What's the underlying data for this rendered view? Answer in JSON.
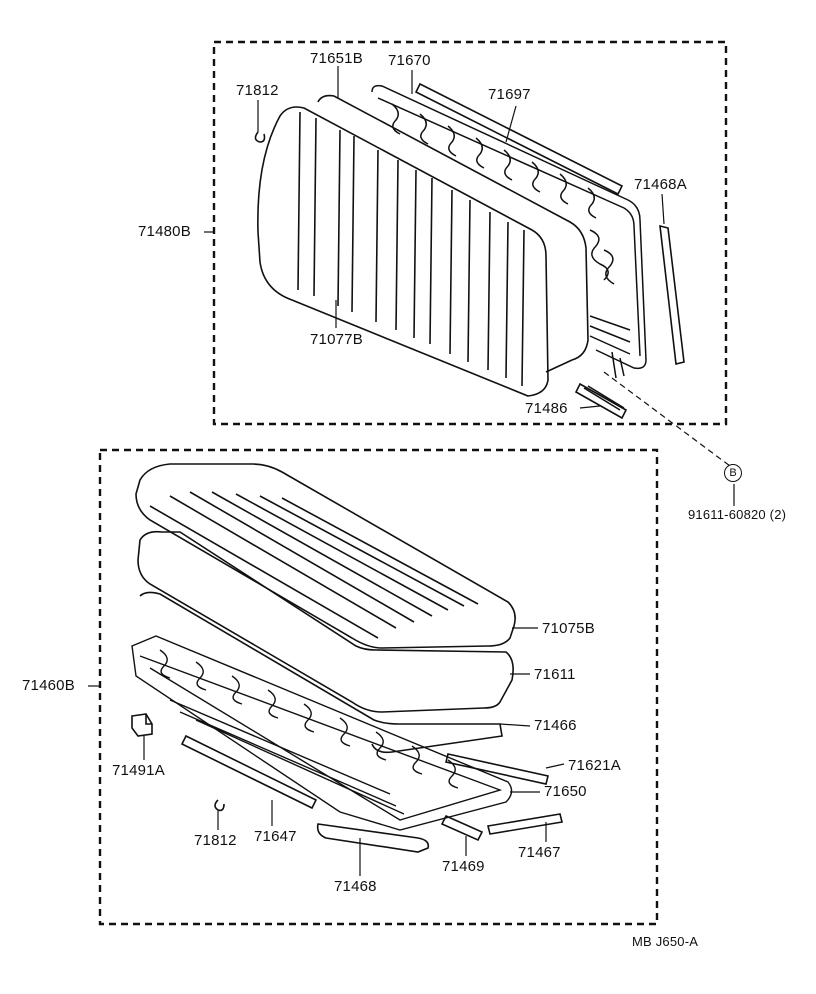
{
  "upper_group": {
    "assembly_label": "71480B",
    "parts": {
      "p71651B": "71651B",
      "p71670": "71670",
      "p71812": "71812",
      "p71697": "71697",
      "p71468A": "71468A",
      "p71077B": "71077B",
      "p71486": "71486"
    }
  },
  "lower_group": {
    "assembly_label": "71460B",
    "parts": {
      "p71075B": "71075B",
      "p71611": "71611",
      "p71466": "71466",
      "p71621A": "71621A",
      "p71650": "71650",
      "p71491A": "71491A",
      "p71812": "71812",
      "p71647": "71647",
      "p71469": "71469",
      "p71467": "71467",
      "p71468": "71468"
    }
  },
  "fastener": {
    "ref_letter": "B",
    "part_number": "91611-60820 (2)"
  },
  "drawing_code": "MB  J650-A"
}
